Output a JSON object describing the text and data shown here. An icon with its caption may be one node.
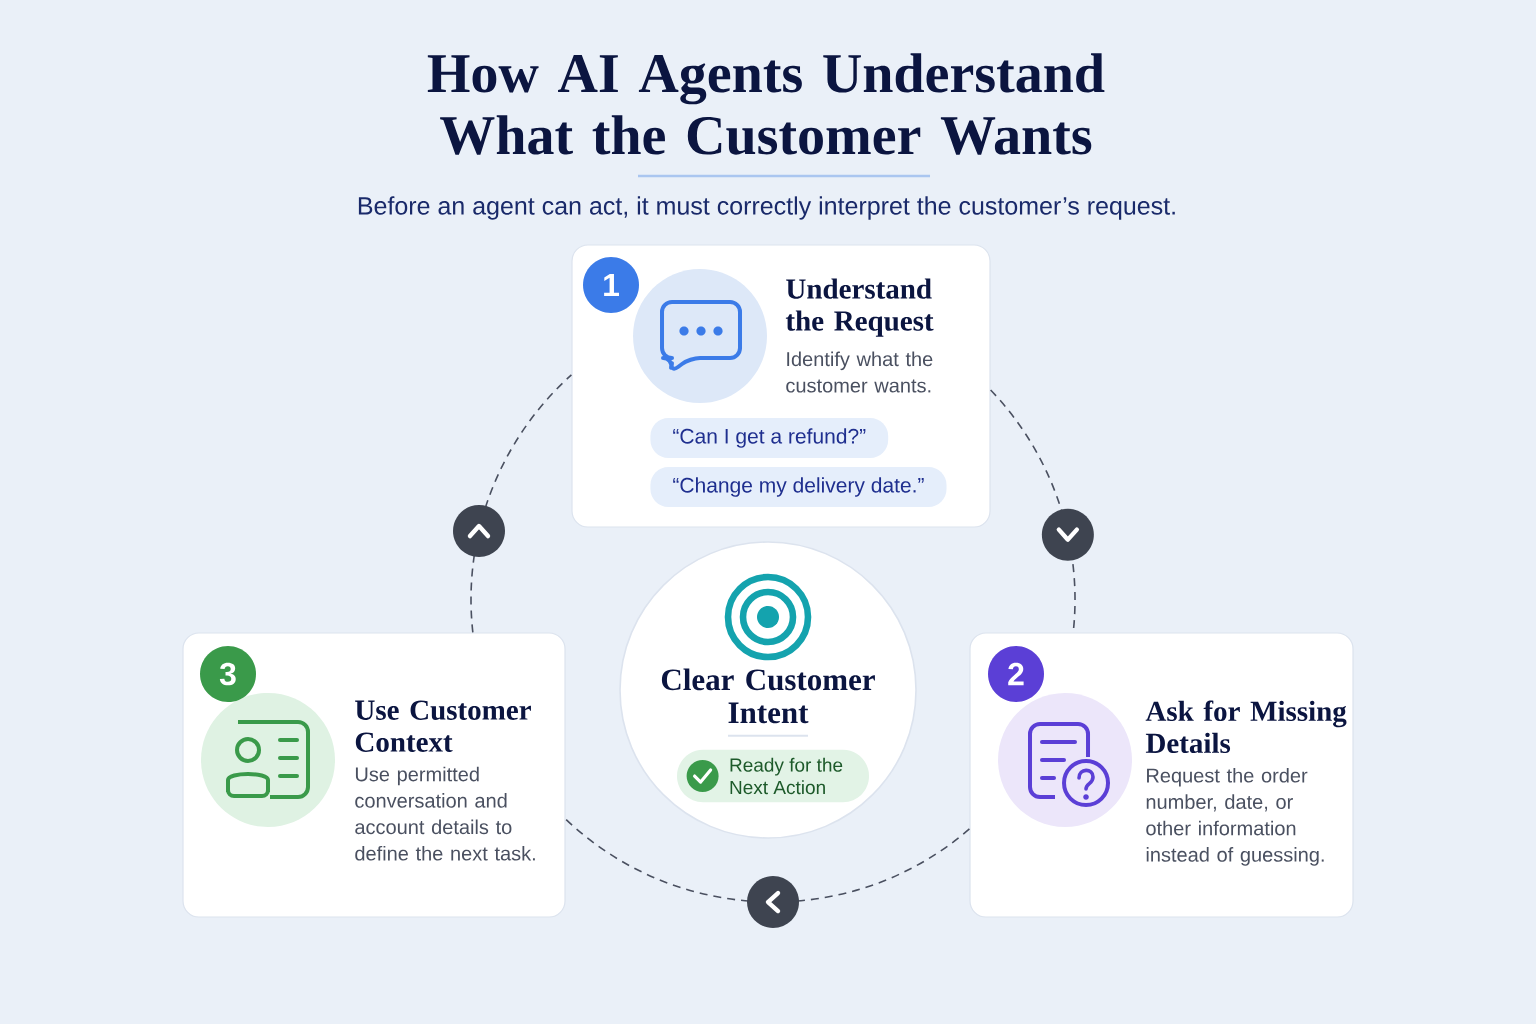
{
  "diagram": {
    "title": "How AI Agents Understand What the Customer Wants",
    "nodes": [
      {
        "text": [
          "Understand the Request",
          "Identify what the customer wants."
        ]
      },
      {
        "text": [
          "1"
        ],
        "in": 0
      },
      {
        "text": [
          "“Can I get a refund?”"
        ],
        "in": 0
      },
      {
        "text": [
          "“Change my delivery date.”"
        ],
        "in": 0
      },
      {
        "text": [
          "Clear Customer Intent"
        ]
      },
      {
        "text": [
          "Ready for the Next Action"
        ],
        "in": 4
      },
      {
        "text": [
          "Use Customer Context",
          "Use permitted conversation and account details to define the next task."
        ]
      },
      {
        "text": [
          "3"
        ],
        "in": 6
      },
      {
        "text": [
          "Ask for Missing Details",
          "Request the order number, date, or other information instead of guessing."
        ]
      },
      {
        "text": [
          "2"
        ],
        "in": 8
      }
    ],
    "edges": [
      {
        "from": 0,
        "to": 8,
        "arrow": "to",
        "style": "dashed"
      },
      {
        "from": 8,
        "to": 6,
        "arrow": "to",
        "style": "dashed"
      },
      {
        "from": 6,
        "to": 0,
        "arrow": "to",
        "style": "dashed"
      }
    ],
    "labels": [
      "Before an agent can act, it must correctly interpret the customer’s request."
    ]
  }
}
